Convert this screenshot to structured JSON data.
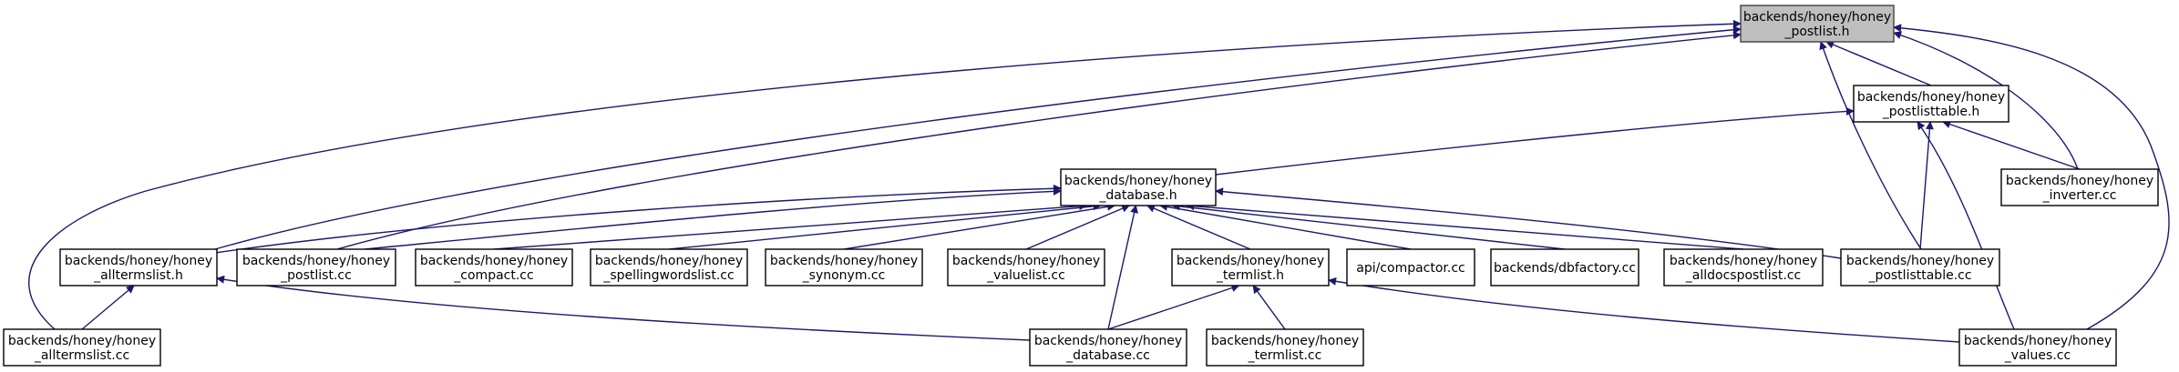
{
  "graph": {
    "colors": {
      "edge": "#191970",
      "root_fill": "#bfbfbf",
      "node_fill": "#ffffff",
      "node_stroke": "#000000"
    },
    "nodes": [
      {
        "id": "postlist_h",
        "lines": [
          "backends/honey/honey",
          "_postlist.h"
        ],
        "root": true
      },
      {
        "id": "postlisttable_h",
        "lines": [
          "backends/honey/honey",
          "_postlisttable.h"
        ]
      },
      {
        "id": "database_h",
        "lines": [
          "backends/honey/honey",
          "_database.h"
        ]
      },
      {
        "id": "inverter_cc",
        "lines": [
          "backends/honey/honey",
          "_inverter.cc"
        ]
      },
      {
        "id": "alltermslist_h",
        "lines": [
          "backends/honey/honey",
          "_alltermslist.h"
        ]
      },
      {
        "id": "postlist_cc",
        "lines": [
          "backends/honey/honey",
          "_postlist.cc"
        ]
      },
      {
        "id": "compact_cc",
        "lines": [
          "backends/honey/honey",
          "_compact.cc"
        ]
      },
      {
        "id": "spellingwordslist_cc",
        "lines": [
          "backends/honey/honey",
          "_spellingwordslist.cc"
        ]
      },
      {
        "id": "synonym_cc",
        "lines": [
          "backends/honey/honey",
          "_synonym.cc"
        ]
      },
      {
        "id": "valuelist_cc",
        "lines": [
          "backends/honey/honey",
          "_valuelist.cc"
        ]
      },
      {
        "id": "termlist_h",
        "lines": [
          "backends/honey/honey",
          "_termlist.h"
        ]
      },
      {
        "id": "compactor_cc",
        "lines": [
          "api/compactor.cc"
        ]
      },
      {
        "id": "dbfactory_cc",
        "lines": [
          "backends/dbfactory.cc"
        ]
      },
      {
        "id": "alldocspostlist_cc",
        "lines": [
          "backends/honey/honey",
          "_alldocspostlist.cc"
        ]
      },
      {
        "id": "postlisttable_cc",
        "lines": [
          "backends/honey/honey",
          "_postlisttable.cc"
        ]
      },
      {
        "id": "alltermslist_cc",
        "lines": [
          "backends/honey/honey",
          "_alltermslist.cc"
        ]
      },
      {
        "id": "database_cc",
        "lines": [
          "backends/honey/honey",
          "_database.cc"
        ]
      },
      {
        "id": "termlist_cc",
        "lines": [
          "backends/honey/honey",
          "_termlist.cc"
        ]
      },
      {
        "id": "values_cc",
        "lines": [
          "backends/honey/honey",
          "_values.cc"
        ]
      }
    ],
    "edges": [
      [
        "postlisttable_h",
        "postlist_h"
      ],
      [
        "inverter_cc",
        "postlist_h"
      ],
      [
        "values_cc",
        "postlist_h"
      ],
      [
        "postlisttable_cc",
        "postlist_h"
      ],
      [
        "alltermslist_h",
        "postlist_h"
      ],
      [
        "postlist_cc",
        "postlist_h"
      ],
      [
        "alltermslist_cc",
        "postlist_h"
      ],
      [
        "database_h",
        "postlisttable_h"
      ],
      [
        "inverter_cc",
        "postlisttable_h"
      ],
      [
        "postlisttable_cc",
        "postlisttable_h"
      ],
      [
        "values_cc",
        "postlisttable_h"
      ],
      [
        "alltermslist_h",
        "database_h"
      ],
      [
        "postlist_cc",
        "database_h"
      ],
      [
        "compact_cc",
        "database_h"
      ],
      [
        "spellingwordslist_cc",
        "database_h"
      ],
      [
        "synonym_cc",
        "database_h"
      ],
      [
        "valuelist_cc",
        "database_h"
      ],
      [
        "termlist_h",
        "database_h"
      ],
      [
        "compactor_cc",
        "database_h"
      ],
      [
        "dbfactory_cc",
        "database_h"
      ],
      [
        "alldocspostlist_cc",
        "database_h"
      ],
      [
        "postlisttable_cc",
        "database_h"
      ],
      [
        "database_cc",
        "database_h"
      ],
      [
        "alltermslist_cc",
        "alltermslist_h"
      ],
      [
        "database_cc",
        "alltermslist_h"
      ],
      [
        "database_cc",
        "termlist_h"
      ],
      [
        "termlist_cc",
        "termlist_h"
      ],
      [
        "values_cc",
        "termlist_h"
      ]
    ]
  }
}
